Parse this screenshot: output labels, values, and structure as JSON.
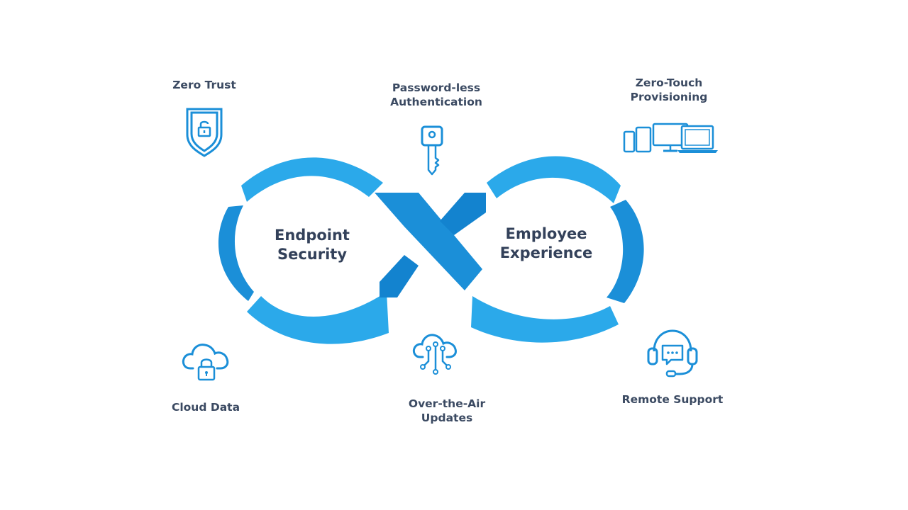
{
  "diagram": {
    "center": {
      "left_title_line1": "Endpoint",
      "left_title_line2": "Security",
      "right_title_line1": "Employee",
      "right_title_line2": "Experience"
    },
    "features": {
      "zero_trust": {
        "line1": "Zero Trust",
        "icon": "shield-lock-icon"
      },
      "passwordless": {
        "line1": "Password-less",
        "line2": "Authentication",
        "icon": "key-icon"
      },
      "zero_touch": {
        "line1": "Zero-Touch",
        "line2": "Provisioning",
        "icon": "devices-icon"
      },
      "cloud_data": {
        "line1": "Cloud Data",
        "icon": "cloud-lock-icon"
      },
      "ota": {
        "line1": "Over-the-Air",
        "line2": "Updates",
        "icon": "cloud-network-icon"
      },
      "remote_support": {
        "line1": "Remote Support",
        "icon": "headset-icon"
      }
    },
    "colors": {
      "loop_light": "#29aaec",
      "loop_dark": "#1383cf",
      "icon_blue": "#1b8fd8",
      "text": "#3b4a62"
    }
  }
}
